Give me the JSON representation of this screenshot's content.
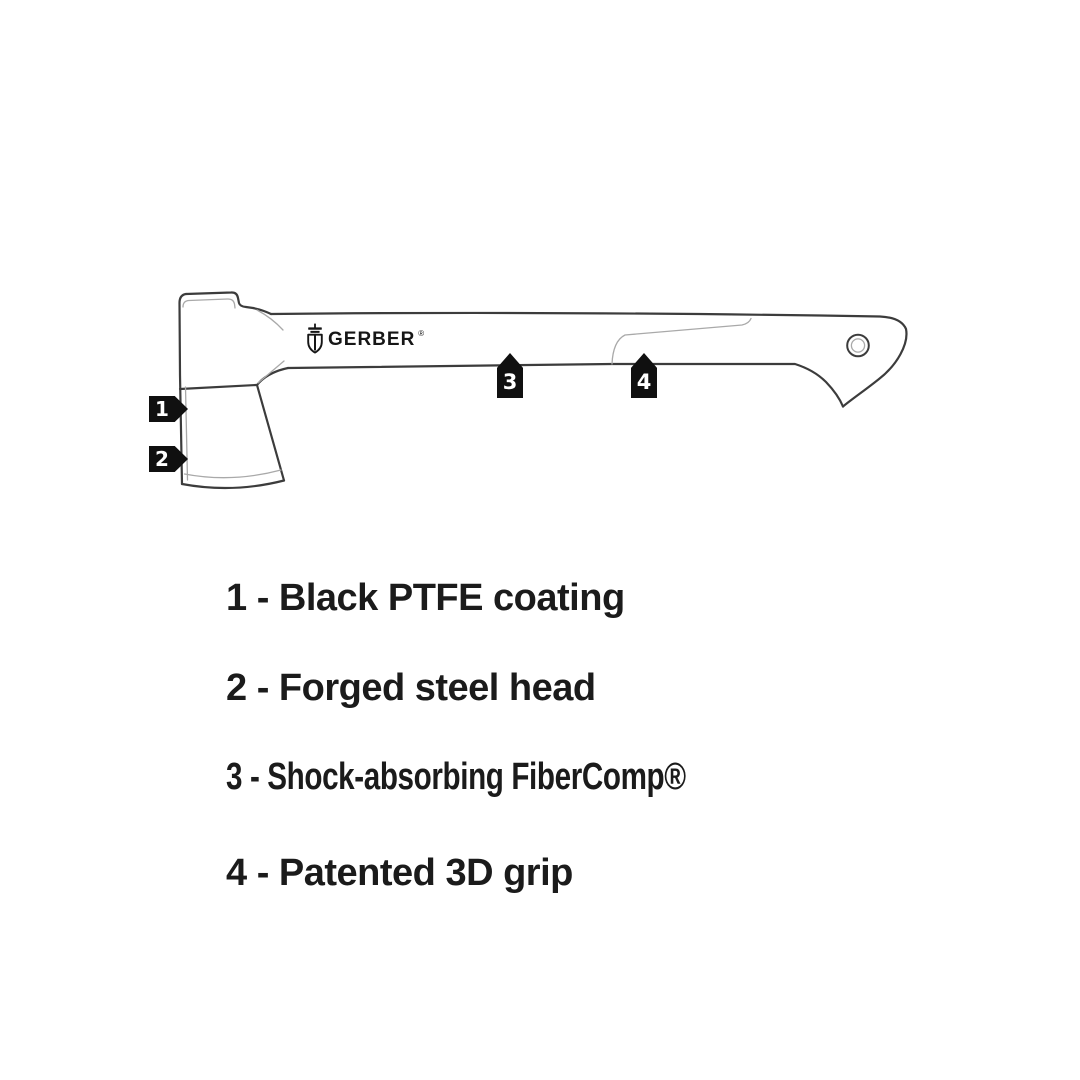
{
  "diagram": {
    "brand": {
      "name": "GERBER",
      "registered": "®",
      "icon": "gerber-sword-shield-icon"
    },
    "markers": [
      {
        "number": "1"
      },
      {
        "number": "2"
      },
      {
        "number": "3"
      },
      {
        "number": "4"
      }
    ],
    "colors": {
      "background": "#ffffff",
      "outline": "#3c3c3c",
      "detail_line": "#a9a9a9",
      "marker_background": "#101010",
      "marker_text": "#ffffff",
      "legend_text": "#1b1b1b"
    }
  },
  "legend": {
    "items": [
      "1 - Black PTFE coating",
      "2 - Forged steel head",
      "3 - Shock-absorbing FiberComp®",
      "4 - Patented 3D grip"
    ]
  }
}
